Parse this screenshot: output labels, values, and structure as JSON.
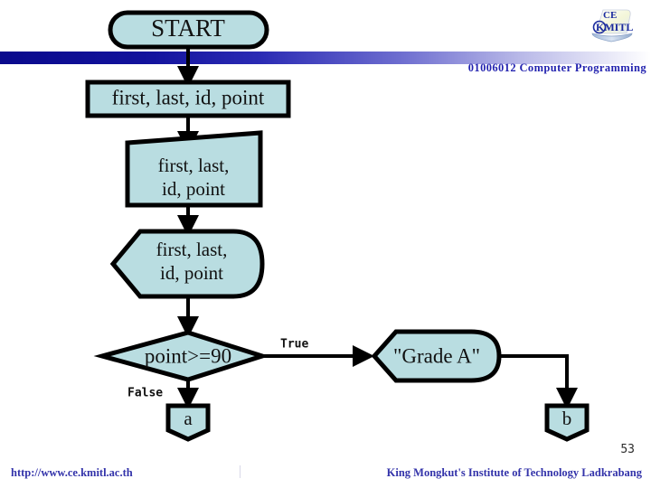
{
  "slide": {
    "course_title": "01006012 Computer Programming",
    "page_number": "53",
    "logo_line1": "CE",
    "logo_line2": "KMITL"
  },
  "footer": {
    "url": "http://www.ce.kmitl.ac.th",
    "institution": "King Mongkut's Institute of Technology Ladkrabang"
  },
  "flowchart": {
    "nodes": {
      "start": {
        "label": "START",
        "shape": "terminator"
      },
      "declare": {
        "label": "first, last, id, point",
        "shape": "process"
      },
      "manual_input": {
        "line1": "first, last,",
        "line2": "id, point",
        "shape": "manual-operation"
      },
      "display": {
        "line1": "first, last,",
        "line2": "id, point",
        "shape": "display"
      },
      "decision": {
        "label": "point>=90",
        "shape": "decision"
      },
      "grade_a": {
        "label": "\"Grade A\"",
        "shape": "display"
      },
      "connector_a": {
        "label": "a",
        "shape": "off-page-connector"
      },
      "connector_b": {
        "label": "b",
        "shape": "off-page-connector"
      }
    },
    "edge_labels": {
      "true": "True",
      "false": "False"
    }
  },
  "colors": {
    "shape_fill": "#b9dde1",
    "shape_stroke": "#000000",
    "accent_blue": "#2424b0",
    "footer_blue": "#3333aa"
  }
}
